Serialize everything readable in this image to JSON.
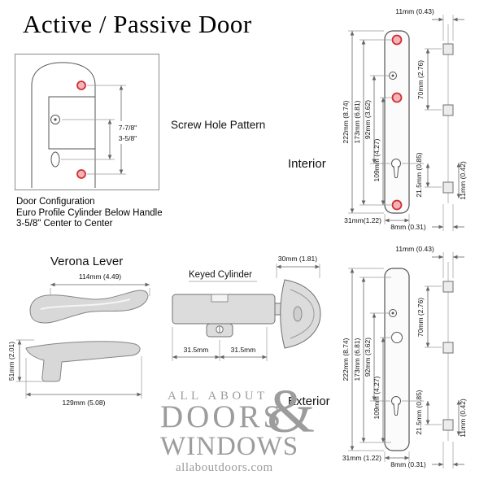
{
  "title": "Active / Passive Door",
  "screw_pattern": {
    "caption": "Screw Hole Pattern",
    "dim_total": "7-7/8\"",
    "dim_center": "3-5/8\""
  },
  "door_config": {
    "line1": "Door Configuration",
    "line2": "Euro Profile Cylinder Below Handle",
    "line3": "3-5/8\" Center to Center"
  },
  "lever": {
    "title": "Verona Lever",
    "dim_width_top": "114mm (4.49)",
    "dim_width_bottom": "129mm (5.08)",
    "dim_height": "51mm (2.01)"
  },
  "cylinder": {
    "caption": "Keyed Cylinder",
    "dim_thumbturn": "30mm (1.81)",
    "dim_left_half": "31.5mm",
    "dim_right_half": "31.5mm"
  },
  "interior_plate": {
    "label": "Interior",
    "dim_top": "11mm (0.43)",
    "dim_height_total": "222mm (8.74)",
    "dim_screw_span": "173mm (6.81)",
    "dim_handle_to_cyl": "92mm (3.62)",
    "dim_upper_span": "70mm (2.76)",
    "dim_lower_span": "109mm (4.27)",
    "dim_cyl_offset": "21.5mm (0.85)",
    "dim_tab": "11mm (0.42)",
    "dim_width": "31mm(1.22)",
    "dim_tab_width": "8mm (0.31)"
  },
  "exterior_plate": {
    "label": "Exterior",
    "dim_top": "11mm (0.43)",
    "dim_height_total": "222mm (8.74)",
    "dim_screw_span": "173mm (6.81)",
    "dim_handle_to_cyl": "92mm (3.62)",
    "dim_upper_span": "70mm (2.76)",
    "dim_lower_span": "109mm (4.27)",
    "dim_cyl_offset": "21.5mm (0.85)",
    "dim_tab": "11mm (0.42)",
    "dim_width": "31mm (1.22)",
    "dim_tab_width": "8mm (0.31)"
  },
  "watermark": {
    "line1": "ALL ABOUT",
    "line2": "DOORS",
    "ampersand": "&",
    "line3": "WINDOWS",
    "url": "allaboutdoors.com"
  },
  "colors": {
    "screw_red": "#cf2e33",
    "line": "#666666",
    "watermark_gray": "#9c9c9c"
  }
}
